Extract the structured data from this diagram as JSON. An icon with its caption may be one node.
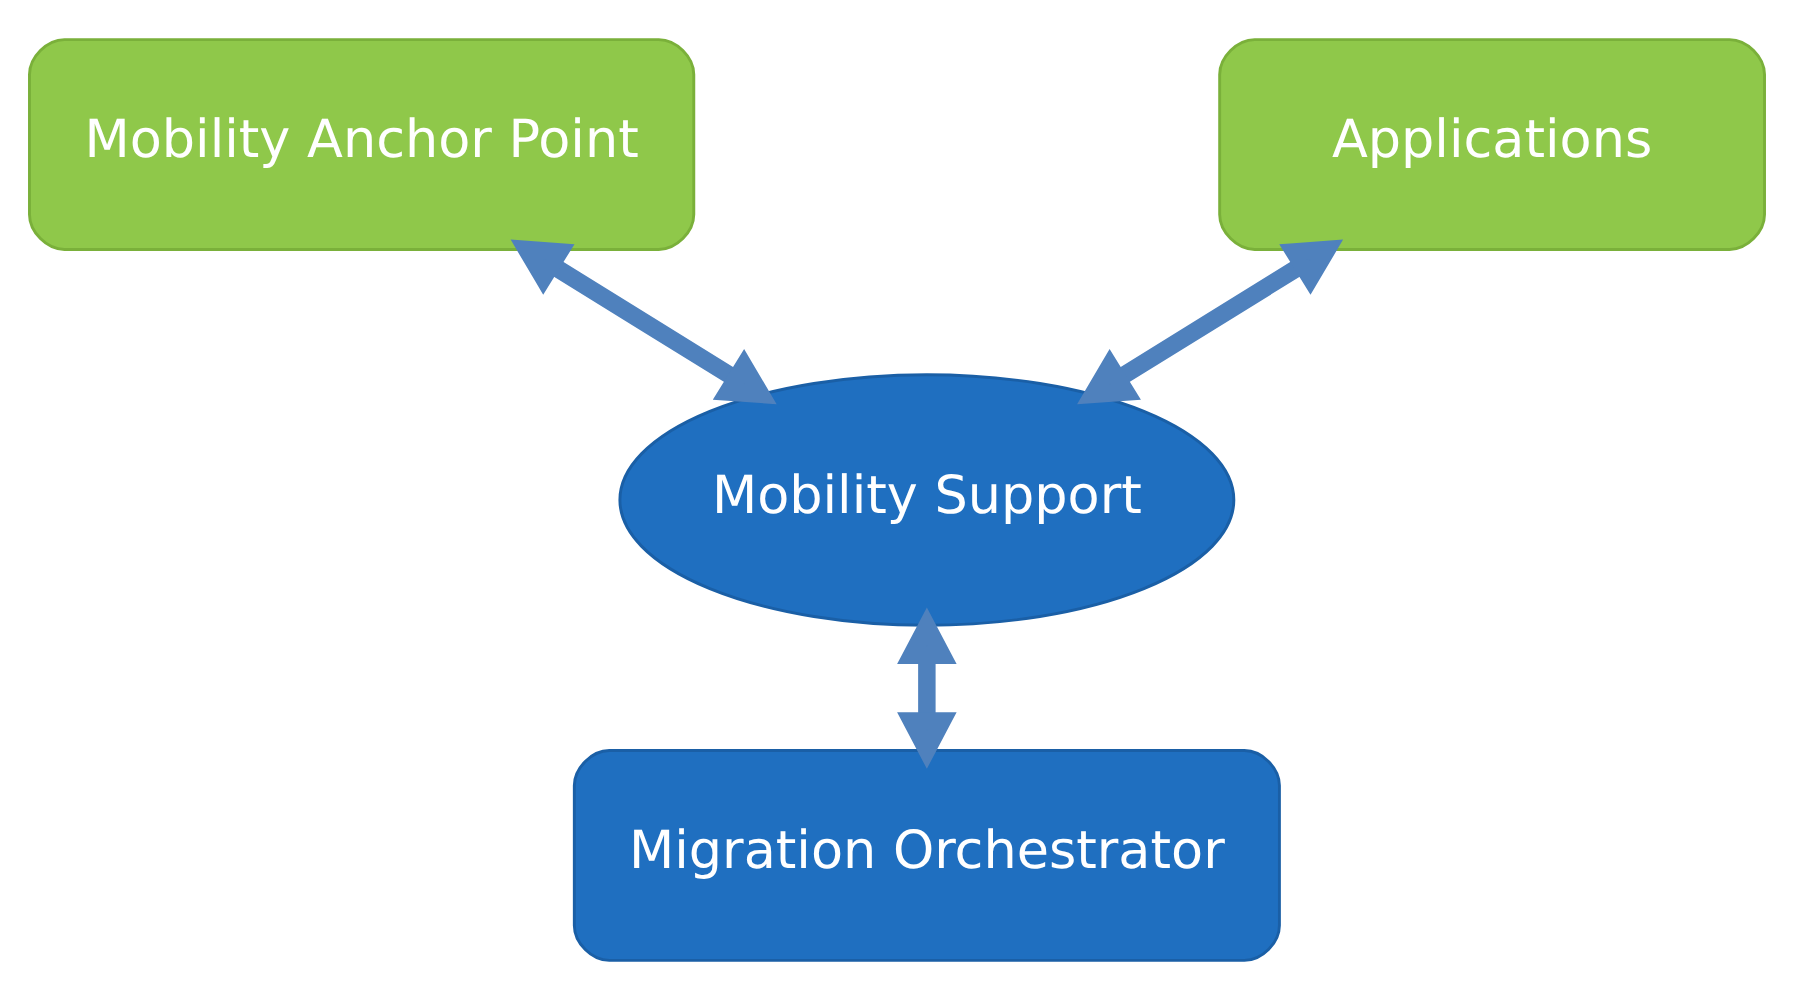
{
  "diagram": {
    "nodes": [
      {
        "text": [
          "Mobility Anchor Point"
        ]
      },
      {
        "text": [
          "Applications"
        ]
      },
      {
        "text": [
          "Mobility Support"
        ]
      },
      {
        "text": [
          "Migration Orchestrator"
        ]
      }
    ],
    "edges": [
      {
        "from": 0,
        "to": 2,
        "arrow": "both"
      },
      {
        "from": 1,
        "to": 2,
        "arrow": "both"
      },
      {
        "from": 2,
        "to": 3,
        "arrow": "both"
      }
    ]
  }
}
